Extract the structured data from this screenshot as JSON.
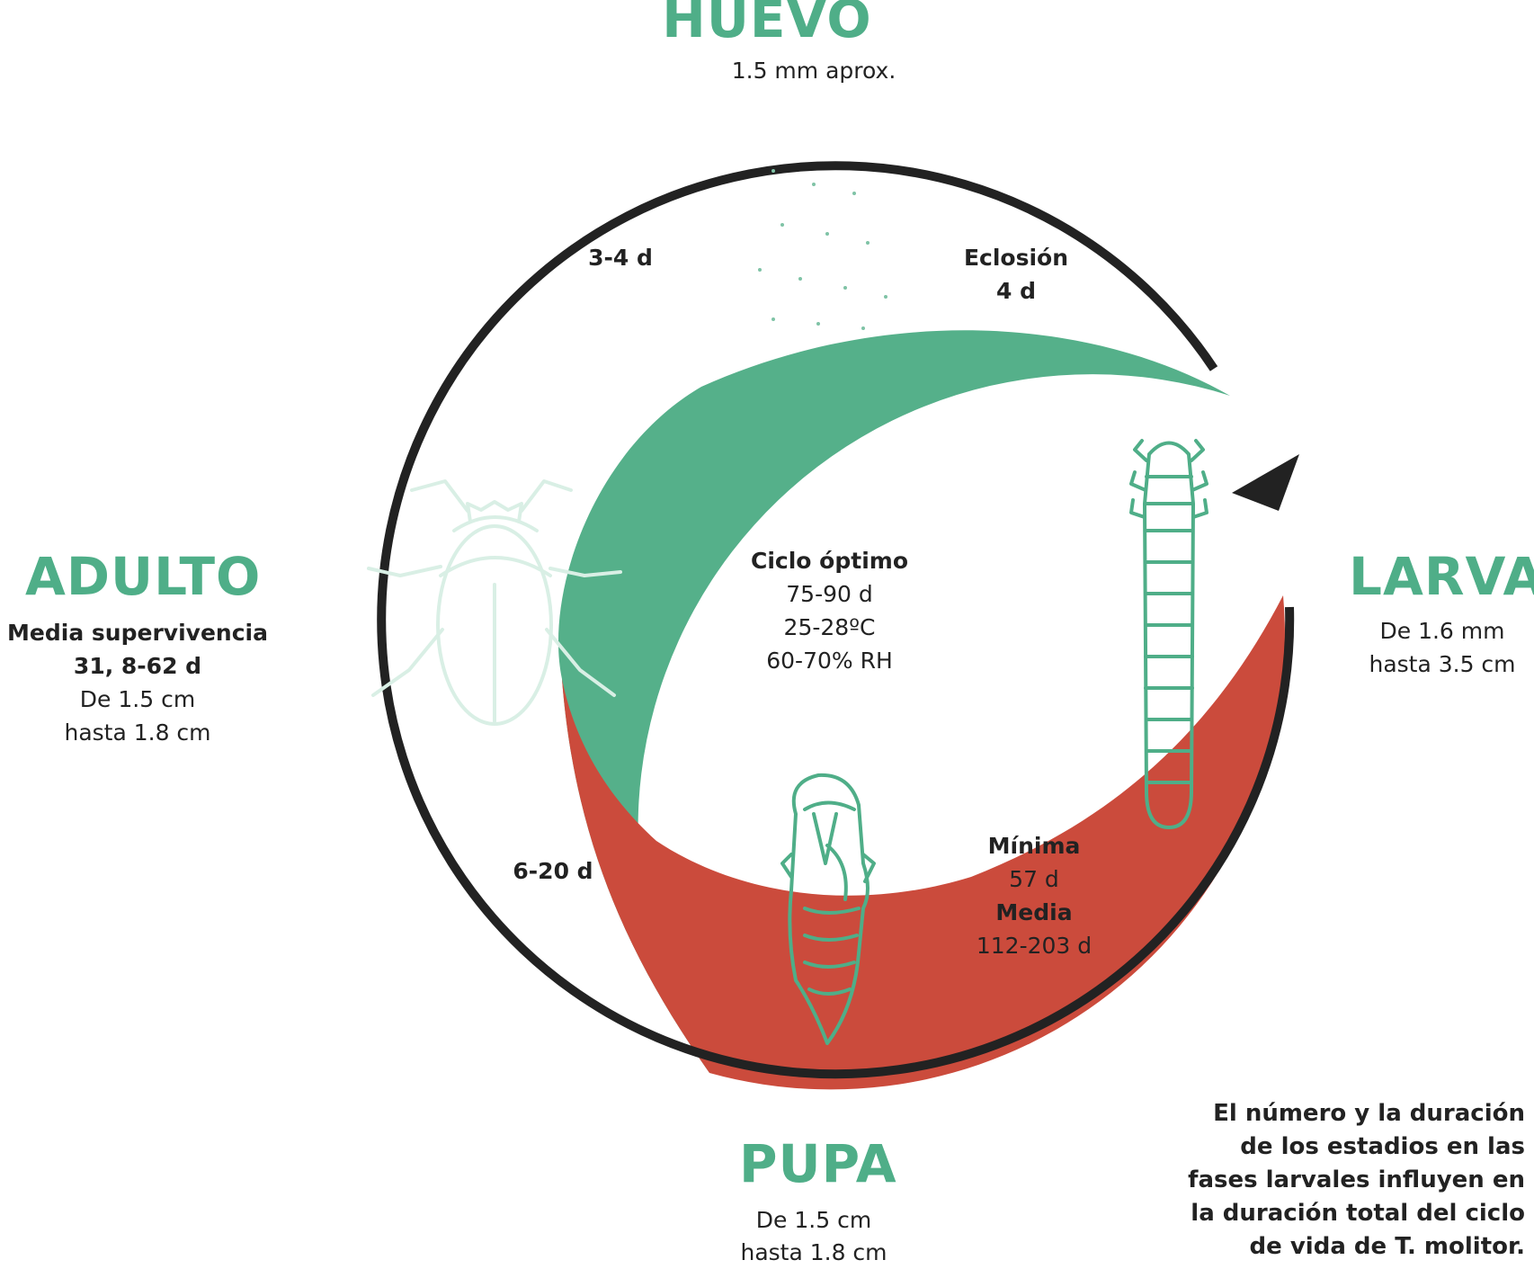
{
  "colors": {
    "green": "#55b08a",
    "red": "#cb4b3c",
    "ring": "#222222",
    "title": "#4fae88",
    "illustration": "#4fae88"
  },
  "stages": {
    "huevo": {
      "title": "HUEVO",
      "size": "1.5 mm aprox."
    },
    "larva": {
      "title": "LARVA",
      "size_line1": "De 1.6 mm",
      "size_line2": "hasta 3.5 cm"
    },
    "pupa": {
      "title": "PUPA",
      "size_line1": "De 1.5 cm",
      "size_line2": "hasta 1.8 cm"
    },
    "adulto": {
      "title": "ADULTO",
      "survival_label": "Media supervivencia",
      "survival_value": "31, 8-62 d",
      "size_line1": "De 1.5 cm",
      "size_line2": "hasta 1.8 cm"
    }
  },
  "durations": {
    "adult_to_egg": "3-4 d",
    "hatching_label": "Eclosión",
    "hatching_value": "4 d",
    "pupa_to_adult": "6-20 d",
    "larva_min_label": "Mínima",
    "larva_min_value": "57 d",
    "larva_mean_label": "Media",
    "larva_mean_value": "112-203 d"
  },
  "optimal_cycle": {
    "label": "Ciclo óptimo",
    "days": "75-90 d",
    "temperature": "25-28ºC",
    "humidity": "60-70% RH"
  },
  "note": {
    "line1": "El número y la duración",
    "line2": "de los estadios en las",
    "line3": "fases larvales influyen en",
    "line4": "la duración total del ciclo",
    "line5": "de vida de T. molitor."
  },
  "icons": [
    "beetle-icon",
    "larva-icon",
    "pupa-icon",
    "egg-cluster-icon",
    "cycle-arrow-icon"
  ]
}
